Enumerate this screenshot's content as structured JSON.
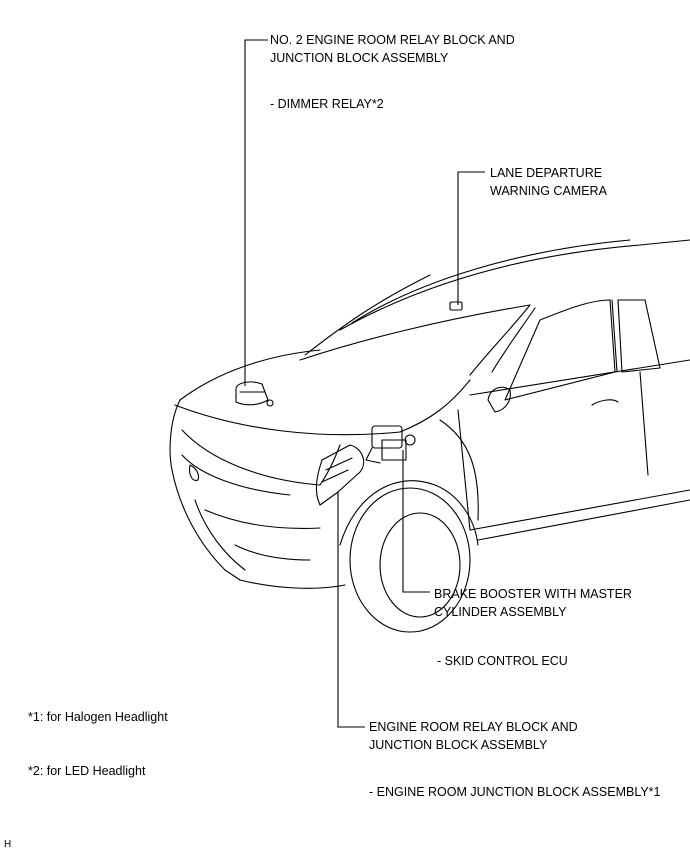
{
  "labels": {
    "relay_no2": {
      "line1": "NO. 2 ENGINE ROOM RELAY BLOCK AND",
      "line2": "JUNCTION BLOCK ASSEMBLY",
      "sub": "- DIMMER RELAY*2"
    },
    "camera": {
      "line1": "LANE DEPARTURE",
      "line2": "WARNING CAMERA"
    },
    "brake": {
      "line1": "BRAKE BOOSTER WITH MASTER",
      "line2": "CYLINDER ASSEMBLY",
      "sub": "- SKID CONTROL ECU"
    },
    "relay_main": {
      "line1": "ENGINE ROOM RELAY BLOCK AND",
      "line2": "JUNCTION BLOCK ASSEMBLY",
      "sub": "- ENGINE ROOM JUNCTION BLOCK ASSEMBLY*1"
    }
  },
  "notes": {
    "note1": "*1: for Halogen Headlight",
    "note2": "*2: for LED Headlight"
  },
  "corner_mark": "H"
}
